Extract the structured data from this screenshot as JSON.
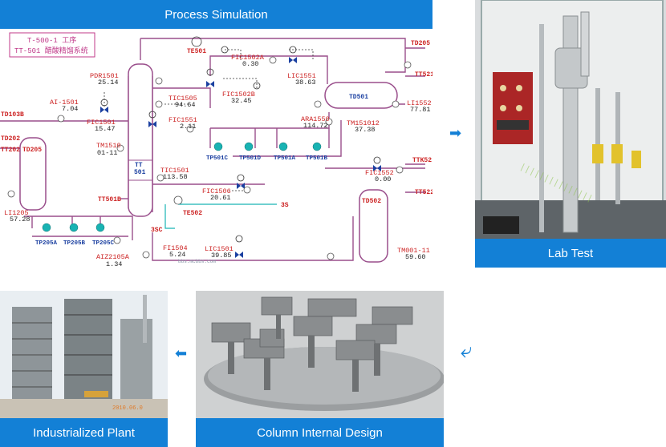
{
  "panels": {
    "process_simulation": {
      "title": "Process Simulation",
      "header_cn_line1": "T-500-1 工序",
      "header_cn_line2": "TT-501 醋酸精馏系统",
      "tags": [
        {
          "id": "pdr",
          "name": "PDR1501",
          "value": "25.14"
        },
        {
          "id": "ai",
          "name": "AI-1501",
          "value": "7.04"
        },
        {
          "id": "fic1501",
          "name": "FIC1501",
          "value": "15.47"
        },
        {
          "id": "tic1505",
          "name": "TIC1505",
          "value": "94.64"
        },
        {
          "id": "fic1551",
          "name": "FIC1551",
          "value": "2.11"
        },
        {
          "id": "fic1502a",
          "name": "FIC1502A",
          "value": "0.30"
        },
        {
          "id": "fic1502b",
          "name": "FIC1502B",
          "value": "32.45"
        },
        {
          "id": "lic1551",
          "name": "LIC1551",
          "value": "38.63"
        },
        {
          "id": "ara",
          "name": "ARA1550",
          "value": "114.72"
        },
        {
          "id": "tm151012",
          "name": "TM151012",
          "value": "37.38"
        },
        {
          "id": "li1552",
          "name": "LI1552",
          "value": "77.81"
        },
        {
          "id": "tm1510",
          "name": "TM1510",
          "value": "01-11"
        },
        {
          "id": "tic1501",
          "name": "TIC1501",
          "value": "113.58"
        },
        {
          "id": "fic1506",
          "name": "FIC1506",
          "value": "20.61"
        },
        {
          "id": "fic1552",
          "name": "FIC1552",
          "value": "0.00"
        },
        {
          "id": "li1205",
          "name": "LI1205",
          "value": "57.28"
        },
        {
          "id": "fi1504",
          "name": "FI1504",
          "value": "5.24"
        },
        {
          "id": "lic1501",
          "name": "LIC1501",
          "value": "39.85"
        },
        {
          "id": "aiz",
          "name": "AIZ2105A",
          "value": "1.34"
        },
        {
          "id": "tm001",
          "name": "TM001-11",
          "value": "59.60"
        }
      ],
      "labels": {
        "te501": "TE501",
        "td205_top": "TD205",
        "t521": "TT521",
        "td103b": "TD103B",
        "td202": "TD202",
        "tt202": "TT202",
        "td205": "TD205",
        "td501": "TD501",
        "tt501": "TT",
        "tt501b": "501",
        "tp501c": "TP501C",
        "tp501d": "TP501D",
        "tp501a": "TP501A",
        "tp501b": "TP501B",
        "ttk52": "TTK52",
        "tt522": "TT522",
        "tt501b_line": "TT501B",
        "te502": "TE502",
        "s3": "3S",
        "s3c": "3SC",
        "td502": "TD502",
        "tp205a": "TP205A",
        "tp205b": "TP205B",
        "tp205c": "TP205C",
        "watermark": "bbs.mcbbs.com"
      }
    },
    "lab_test": {
      "title": "Lab Test"
    },
    "column_internal": {
      "title": "Column Internal Design"
    },
    "industrial_plant": {
      "title": "Industrialized Plant",
      "date_stamp": "2010.06.0"
    }
  },
  "arrows": {
    "right": "➡",
    "curve": "⤶",
    "left": "⬅"
  },
  "colors": {
    "accent": "#1380d6",
    "pipe": "#9a4f8c",
    "label": "#cc2222",
    "pump": "#19b3b3",
    "valve": "#1a3fa0"
  }
}
